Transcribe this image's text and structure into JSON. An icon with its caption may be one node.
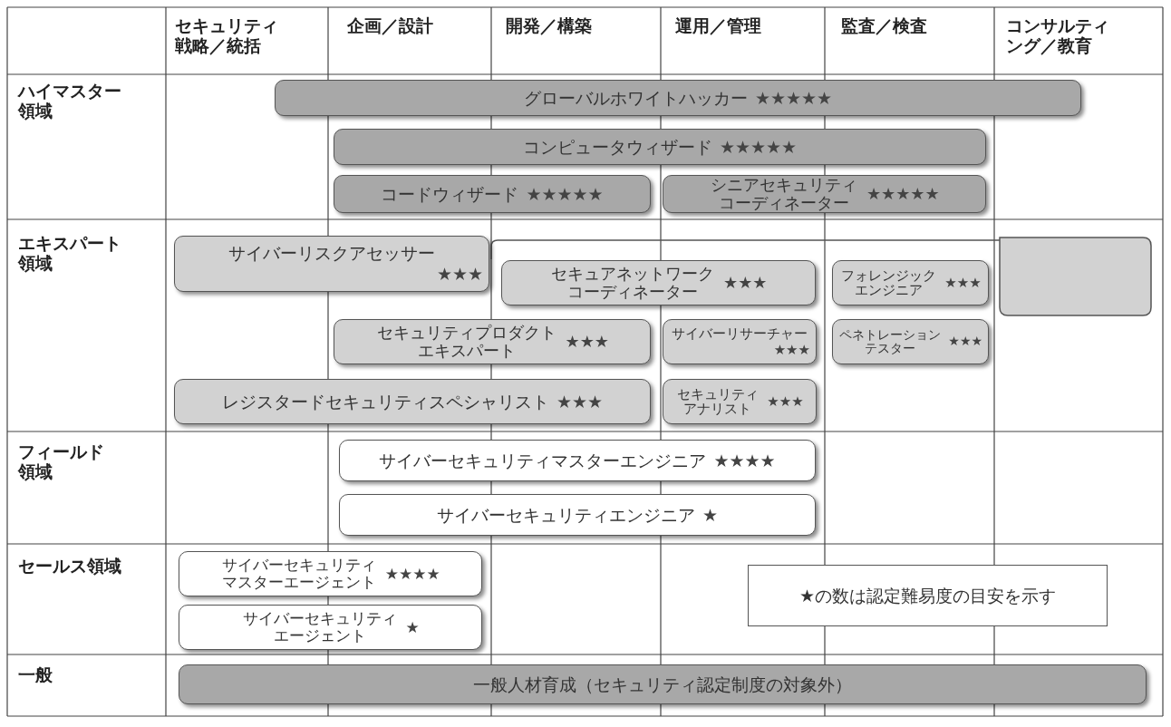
{
  "diagram": {
    "nodes": [
      {
        "text": [
          "グローバルホワイトハッカー",
          "★★★★★"
        ]
      },
      {
        "text": [
          "コンピュータウィザード",
          "★★★★★"
        ]
      },
      {
        "text": [
          "コードウィザード",
          "★★★★★"
        ]
      },
      {
        "text": [
          "シニアセキュリティコーディネーター",
          "★★★★★"
        ]
      },
      {
        "text": [
          "サイバーリスクアセッサー",
          "★★★"
        ]
      },
      {
        "text": [],
        "shape": "box"
      },
      {
        "text": [
          "セキュアネットワークコーディネーター",
          "★★★"
        ]
      },
      {
        "text": [
          "フォレンジックエンジニア",
          "★★★"
        ]
      },
      {
        "text": [
          "セキュリティプロダクトエキスパート",
          "★★★"
        ]
      },
      {
        "text": [
          "サイバーリサーチャー",
          "★★★"
        ]
      },
      {
        "text": [
          "ペネトレーションテスター",
          "★★★"
        ]
      },
      {
        "text": [
          "レジスタードセキュリティスペシャリスト",
          "★★★"
        ]
      },
      {
        "text": [
          "セキュリティアナリスト",
          "★★★"
        ]
      },
      {
        "text": [
          "サイバーセキュリティマスターエンジニア",
          "★★★★"
        ]
      },
      {
        "text": [
          "サイバーセキュリティエンジニア",
          "★"
        ]
      },
      {
        "text": [
          "サイバーセキュリティマスターエージェント",
          "★★★★"
        ]
      },
      {
        "text": [
          "サイバーセキュリティエージェント",
          "★"
        ]
      },
      {
        "text": [
          "★の数は認定難易度の目安を示す"
        ]
      },
      {
        "text": [
          "一般人材育成（セキュリティ認定制度の対象外）"
        ]
      }
    ],
    "labels": [
      "セキュリティ戦略／統括",
      "企画／設計",
      "開発／構築",
      "運用／管理",
      "監査／検査",
      "コンサルティング／教育",
      "ハイマスター領域",
      "エキスパート領域",
      "フィールド領域",
      "セールス領域",
      "一般"
    ]
  }
}
